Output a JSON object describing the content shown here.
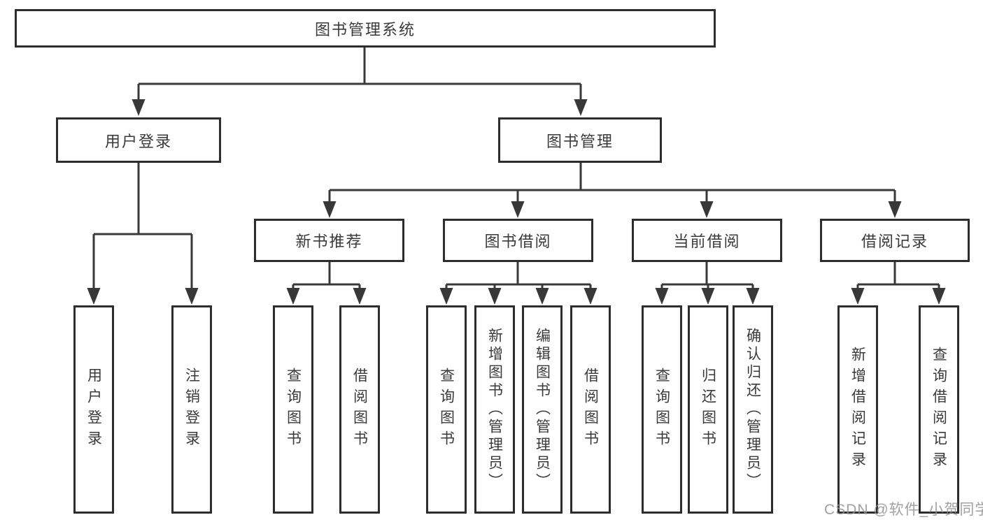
{
  "diagram": {
    "type": "hierarchy-tree",
    "root": {
      "label": "图书管理系统",
      "children": [
        {
          "label": "用户登录",
          "children": [
            {
              "label": "用户登录"
            },
            {
              "label": "注销登录"
            }
          ]
        },
        {
          "label": "图书管理",
          "children": [
            {
              "label": "新书推荐",
              "children": [
                {
                  "label": "查询图书"
                },
                {
                  "label": "借阅图书"
                }
              ]
            },
            {
              "label": "图书借阅",
              "children": [
                {
                  "label": "查询图书"
                },
                {
                  "label": "新增图书（管理员）"
                },
                {
                  "label": "编辑图书（管理员）"
                },
                {
                  "label": "借阅图书"
                }
              ]
            },
            {
              "label": "当前借阅",
              "children": [
                {
                  "label": "查询图书"
                },
                {
                  "label": "归还图书"
                },
                {
                  "label": "确认归还（管理员）"
                }
              ]
            },
            {
              "label": "借阅记录",
              "children": [
                {
                  "label": "新增借阅记录"
                },
                {
                  "label": "查询借阅记录"
                }
              ]
            }
          ]
        }
      ]
    }
  },
  "watermark": {
    "text": "CSDN @软件_小贺同学"
  },
  "colors": {
    "background": "#ffffff",
    "box_border": "#2d2d2d",
    "connector_line": "#383838",
    "text": "#3a3a3a",
    "watermark_text": "#919191"
  }
}
